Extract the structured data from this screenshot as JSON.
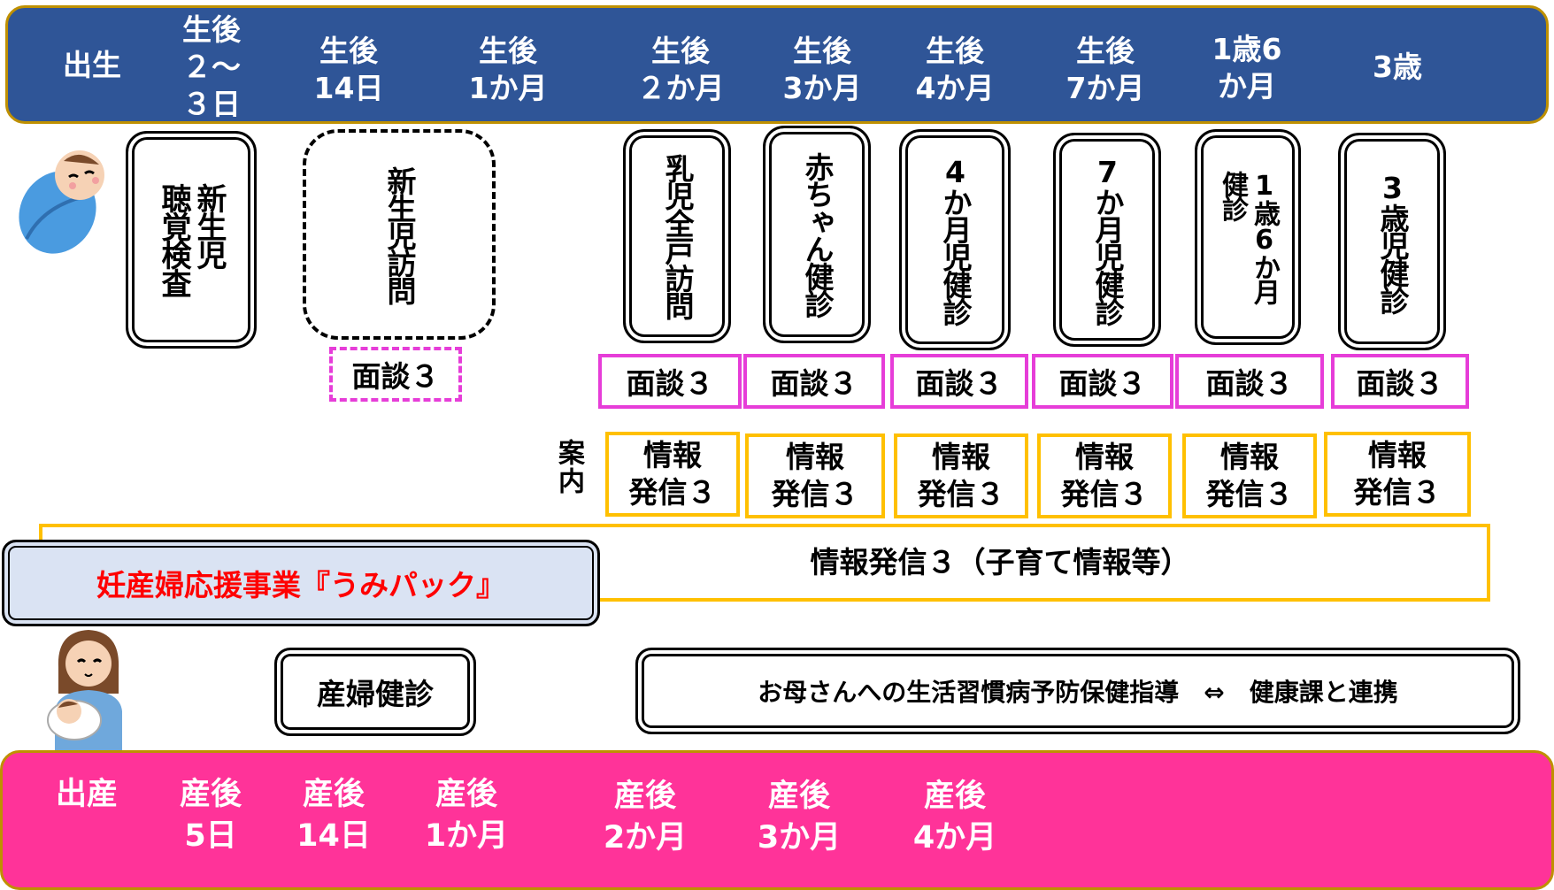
{
  "baby_timeline": [
    "出生",
    "生後\n２～\n３日",
    "生後\n14日",
    "生後\n1か月",
    "生後\n２か月",
    "生後\n3か月",
    "生後\n4か月",
    "生後\n7か月",
    "1歳6\nか月",
    "3歳"
  ],
  "checkups": {
    "hearing": "新生児\n聴覚検査",
    "newborn_visit": "新生児訪問",
    "infant_visit": "乳児全戸訪問",
    "baby_checkup": "赤ちゃん健診",
    "m4_checkup": "4か月児健診",
    "m7_checkup": "7か月児健診",
    "y1m6_checkup": "1歳6か月\n健診",
    "y3_checkup": "3歳児健診"
  },
  "mendan_label": "面談３",
  "annai_label": "案内",
  "joho_label": "情報\n発信３",
  "joho_wide_label": "情報発信３（子育て情報等）",
  "umipack_label": "妊産婦応援事業『うみパック』",
  "sanpu_kenshin": "産婦健診",
  "mother_guidance": "お母さんへの生活習慣病予防保健指導　⇔　健康課と連携",
  "mother_timeline": [
    "出産",
    "産後\n5日",
    "産後\n14日",
    "産後\n1か月",
    "産後\n2か月",
    "産後\n3か月",
    "産後\n4か月"
  ],
  "colors": {
    "top_bar": "#2f5597",
    "bottom_bar": "#ff3399",
    "mendan_border": "#e63dd8",
    "joho_border": "#ffc000",
    "umipack_bg": "#dae3f3",
    "umipack_text": "#ff0000"
  },
  "icons": [
    "swaddled-baby-icon",
    "mother-holding-baby-icon"
  ]
}
